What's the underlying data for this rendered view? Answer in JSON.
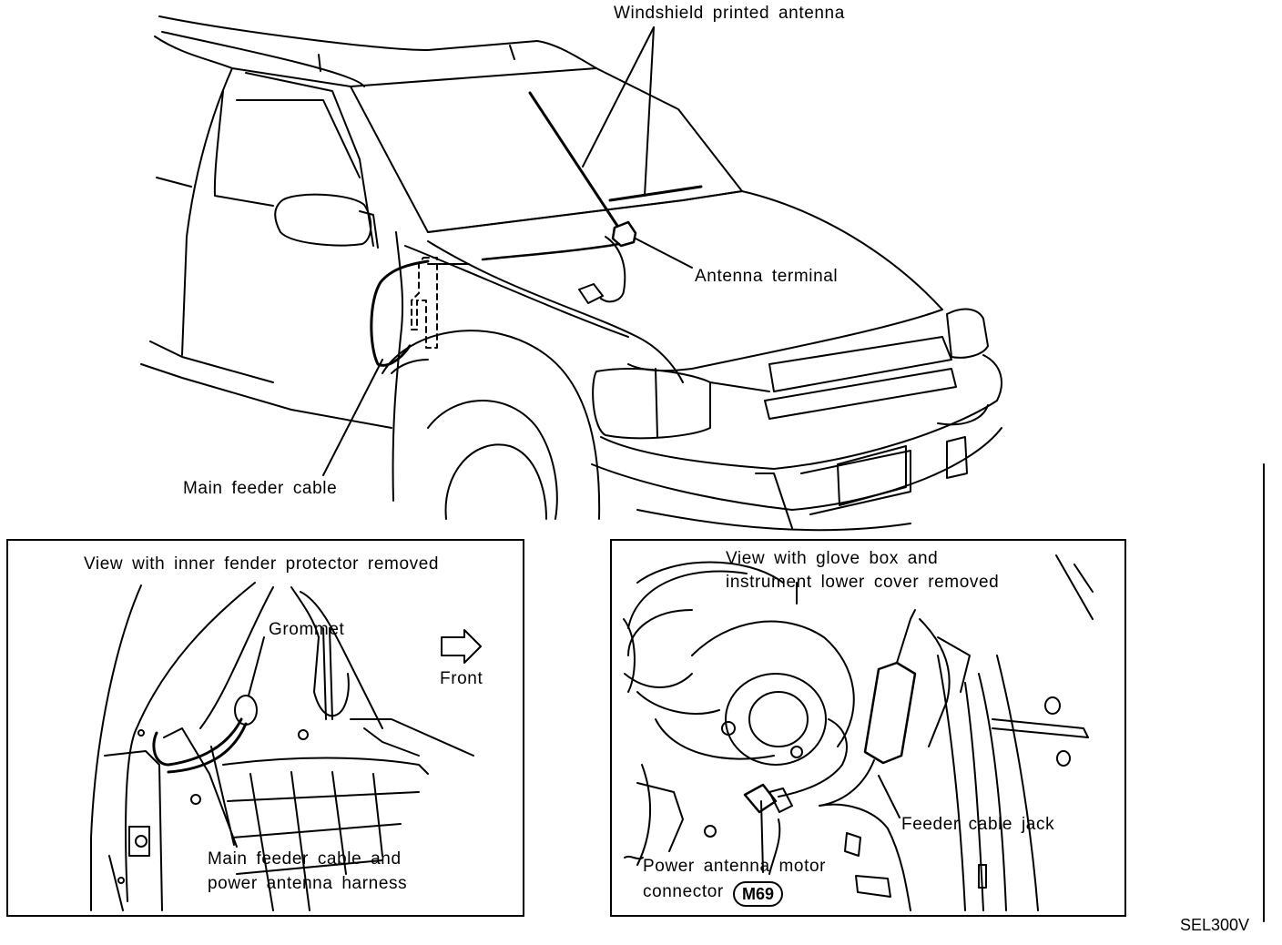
{
  "labels": {
    "windshield_antenna": "Windshield printed antenna",
    "antenna_terminal": "Antenna terminal",
    "main_feeder_cable": "Main feeder cable",
    "figure_code": "SEL300V"
  },
  "left_panel": {
    "title": "View with inner fender protector removed",
    "grommet": "Grommet",
    "front": "Front",
    "harness_line1": "Main feeder cable and",
    "harness_line2": "power antenna harness"
  },
  "right_panel": {
    "title_line1": "View with glove box and",
    "title_line2": "instrument lower cover removed",
    "feeder_jack": "Feeder cable jack",
    "motor_line1": "Power antenna motor",
    "motor_line2": "connector",
    "connector_code": "M69"
  }
}
